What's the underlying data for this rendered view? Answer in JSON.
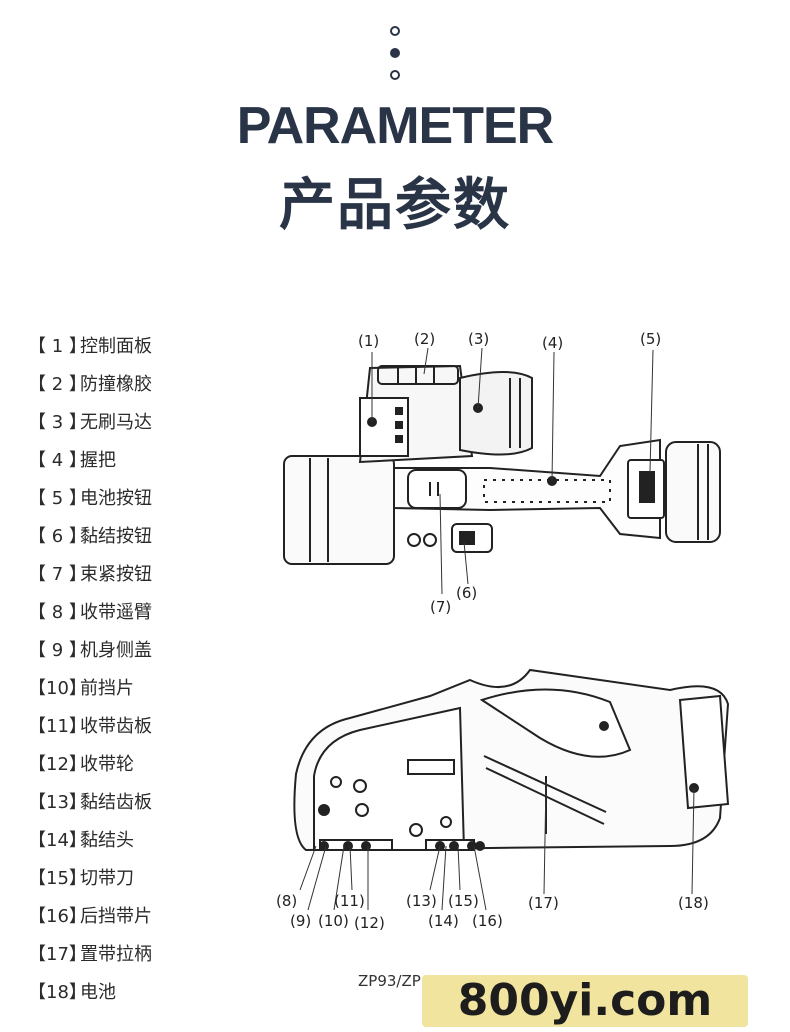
{
  "header": {
    "title_en": "PARAMETER",
    "title_zh": "产品参数"
  },
  "legend": [
    {
      "num": "【 1 】",
      "label": "控制面板"
    },
    {
      "num": "【 2 】",
      "label": "防撞橡胶"
    },
    {
      "num": "【 3 】",
      "label": "无刷马达"
    },
    {
      "num": "【 4 】",
      "label": "握把"
    },
    {
      "num": "【 5 】",
      "label": "电池按钮"
    },
    {
      "num": "【 6 】",
      "label": "黏结按钮"
    },
    {
      "num": "【 7 】",
      "label": "束紧按钮"
    },
    {
      "num": "【 8 】",
      "label": "收带遥臂"
    },
    {
      "num": "【 9 】",
      "label": "机身侧盖"
    },
    {
      "num": "【10】",
      "label": "前挡片"
    },
    {
      "num": "【11】",
      "label": "收带齿板"
    },
    {
      "num": "【12】",
      "label": "收带轮"
    },
    {
      "num": "【13】",
      "label": "黏结齿板"
    },
    {
      "num": "【14】",
      "label": "黏结头"
    },
    {
      "num": "【15】",
      "label": "切带刀"
    },
    {
      "num": "【16】",
      "label": "后挡带片"
    },
    {
      "num": "【17】",
      "label": "置带拉柄"
    },
    {
      "num": "【18】",
      "label": "电池"
    }
  ],
  "diagram": {
    "top_callouts": [
      "(1)",
      "(2)",
      "(3)",
      "(4)",
      "(5)",
      "(6)",
      "(7)"
    ],
    "bottom_callouts": [
      "(8)",
      "(9)",
      "(10)",
      "(11)",
      "(12)",
      "(13)",
      "(14)",
      "(15)",
      "(16)",
      "(17)",
      "(18)"
    ],
    "caption": "ZP93/ZP"
  },
  "watermark": "800yi.com",
  "colors": {
    "title": "#2a3447",
    "watermark_bg": "#f1e39a"
  }
}
